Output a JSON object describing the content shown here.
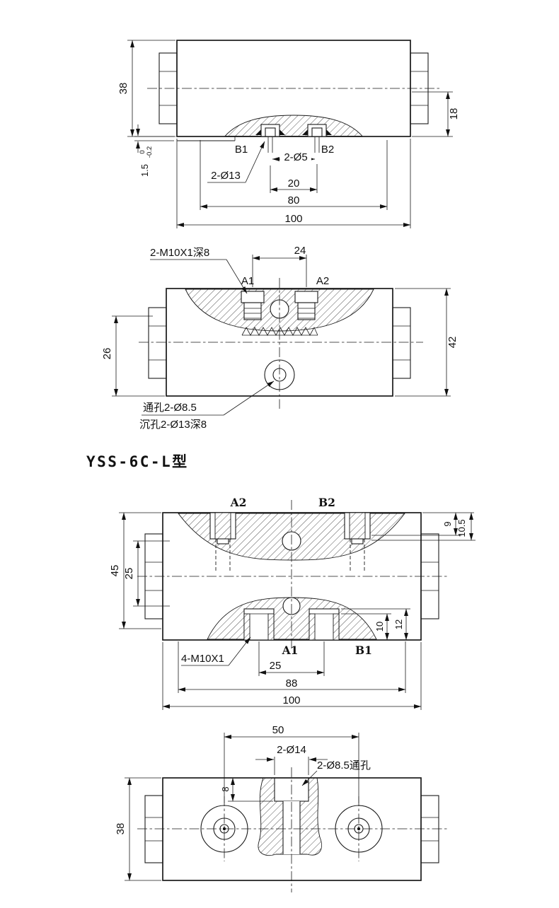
{
  "title": "YSS-6C-L型",
  "colors": {
    "line": "#1a1a1a",
    "title_blue": "#1526cc"
  },
  "views": {
    "front": {
      "dim_height": "38",
      "dim_port_depth": "18",
      "dim_step": "1.5",
      "dim_step_tol_upper": "0",
      "dim_step_tol_lower": "-0.2",
      "port_b1": "B1",
      "port_b2": "B2",
      "dim_small_holes": "2-Ø5",
      "dim_counterbore": "2-Ø13",
      "dim_port_spacing": "20",
      "dim_spacing_outer": "80",
      "dim_length": "100"
    },
    "section_a": {
      "note_thread": "2-M10X1深8",
      "dim_port_spacing": "24",
      "port_a1": "A1",
      "port_a2": "A2",
      "dim_offset": "26",
      "dim_height": "42",
      "note_through_hole": "通孔2-Ø8.5",
      "note_counterbore": "沉孔2-Ø13深8"
    },
    "model_l_main": {
      "port_a2": "A2",
      "port_b2": "B2",
      "port_a1": "A1",
      "port_b1": "B1",
      "dim_depth_9": "9",
      "dim_depth_10_5": "10.5",
      "dim_height_45": "45",
      "dim_offset_25": "25",
      "dim_depth_10": "10",
      "dim_depth_12": "12",
      "note_thread": "4-M10X1",
      "dim_port_spacing": "25",
      "dim_mount_spacing": "88",
      "dim_length": "100"
    },
    "model_l_bottom": {
      "dim_mount_spacing": "50",
      "dim_counterbore": "2-Ø14",
      "note_through_hole": "2-Ø8.5通孔",
      "dim_depth_8": "8",
      "dim_height_38": "38"
    }
  }
}
